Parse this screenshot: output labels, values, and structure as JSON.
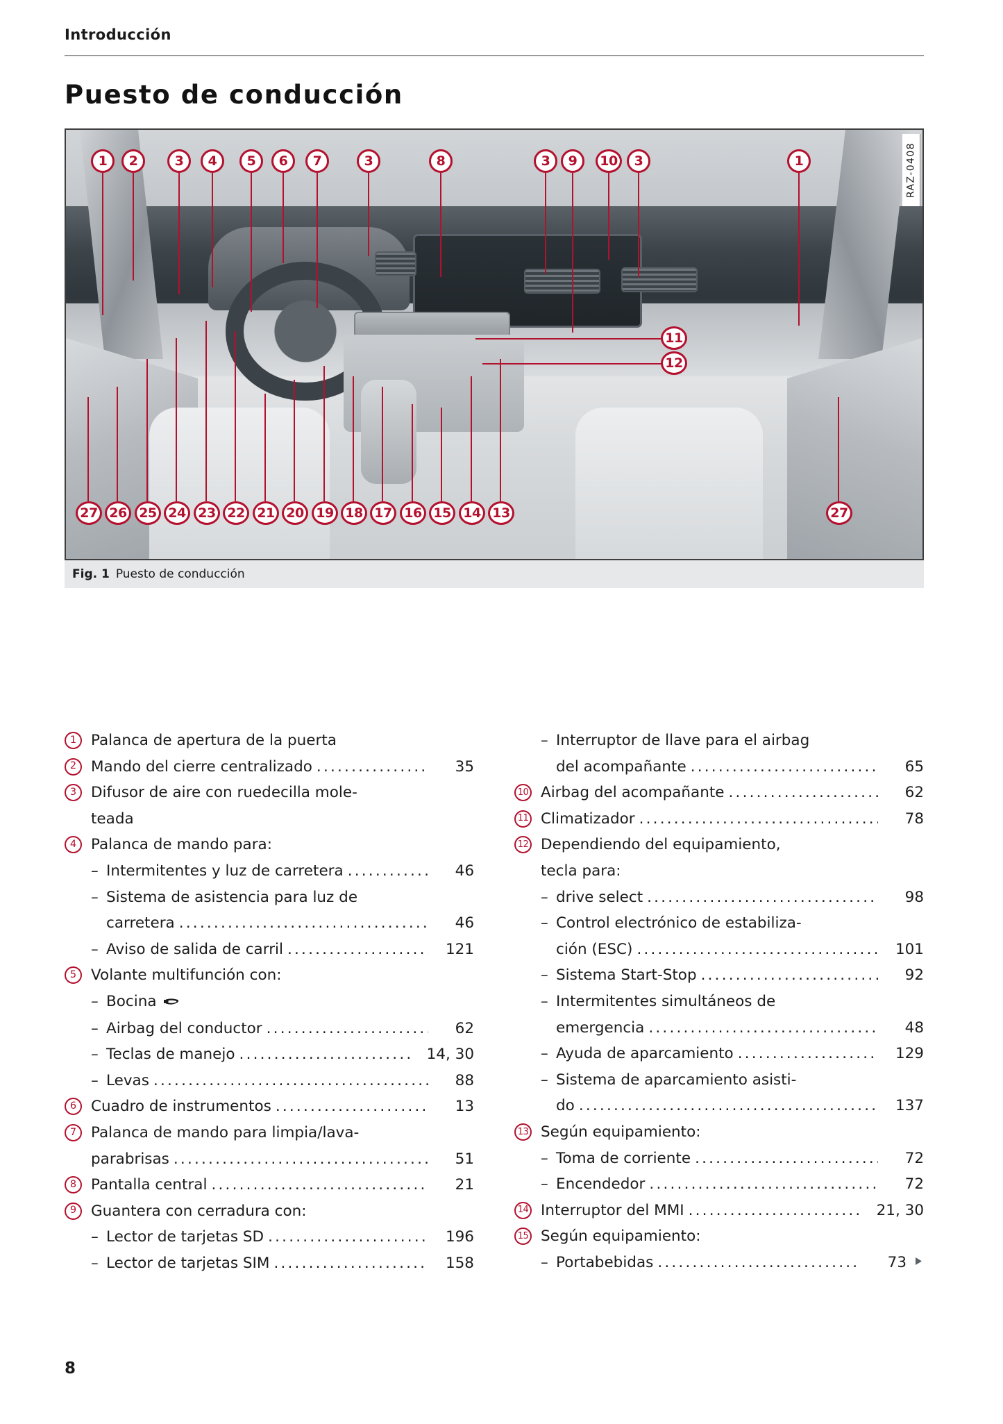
{
  "header": {
    "running_head": "Introducción",
    "chapter_title": "Puesto de conducción"
  },
  "figure": {
    "code": "RAZ-0408",
    "caption_label": "Fig. 1",
    "caption_text": "Puesto de conducción",
    "top_callouts": [
      "1",
      "2",
      "3",
      "4",
      "5",
      "6",
      "7",
      "3",
      "8",
      "3",
      "9",
      "10",
      "3",
      "1"
    ],
    "right_callouts": [
      "11",
      "12"
    ],
    "bottom_callouts": [
      "27",
      "26",
      "25",
      "24",
      "23",
      "22",
      "21",
      "20",
      "19",
      "18",
      "17",
      "16",
      "15",
      "14",
      "13",
      "27"
    ]
  },
  "list_left": [
    {
      "num": "1",
      "label": "Palanca de apertura de la puerta",
      "dots": false,
      "page": ""
    },
    {
      "num": "2",
      "label": "Mando del cierre centralizado",
      "dots": true,
      "page": "35"
    },
    {
      "num": "3",
      "label": "Difusor de aire con ruedecilla mole-",
      "dots": false,
      "page": ""
    },
    {
      "num": "",
      "label": "teada",
      "cont": true,
      "dots": false,
      "page": ""
    },
    {
      "num": "4",
      "label": "Palanca de mando para:",
      "dots": false,
      "page": ""
    },
    {
      "num": "",
      "dash": true,
      "label": "Intermitentes y luz de carretera",
      "dots": true,
      "page": "46"
    },
    {
      "num": "",
      "dash": true,
      "label": "Sistema de asistencia para luz de",
      "dots": false,
      "page": ""
    },
    {
      "num": "",
      "sub": true,
      "label": "carretera",
      "dots": true,
      "page": "46"
    },
    {
      "num": "",
      "dash": true,
      "label": "Aviso de salida de carril",
      "dots": true,
      "page": "121"
    },
    {
      "num": "5",
      "label": "Volante multifunción con:",
      "dots": false,
      "page": ""
    },
    {
      "num": "",
      "dash": true,
      "label": "Bocina",
      "horn": true,
      "dots": false,
      "page": ""
    },
    {
      "num": "",
      "dash": true,
      "label": "Airbag del conductor",
      "dots": true,
      "page": "62"
    },
    {
      "num": "",
      "dash": true,
      "label": "Teclas de manejo",
      "dots": true,
      "page": "14, 30"
    },
    {
      "num": "",
      "dash": true,
      "label": "Levas",
      "dots": true,
      "page": "88"
    },
    {
      "num": "6",
      "label": "Cuadro de instrumentos",
      "dots": true,
      "page": "13"
    },
    {
      "num": "7",
      "label": "Palanca de mando para limpia/lava-",
      "dots": false,
      "page": ""
    },
    {
      "num": "",
      "label": "parabrisas",
      "cont": true,
      "dots": true,
      "page": "51"
    },
    {
      "num": "8",
      "label": "Pantalla central",
      "dots": true,
      "page": "21"
    },
    {
      "num": "9",
      "label": "Guantera con cerradura con:",
      "dots": false,
      "page": ""
    },
    {
      "num": "",
      "dash": true,
      "label": "Lector de tarjetas SD",
      "dots": true,
      "page": "196"
    },
    {
      "num": "",
      "dash": true,
      "label": "Lector de tarjetas SIM",
      "dots": true,
      "page": "158"
    }
  ],
  "list_right": [
    {
      "num": "",
      "dash": true,
      "label": "Interruptor de llave para el airbag",
      "dots": false,
      "page": ""
    },
    {
      "num": "",
      "sub": true,
      "label": "del acompañante",
      "dots": true,
      "page": "65"
    },
    {
      "num": "10",
      "label": "Airbag del acompañante",
      "dots": true,
      "page": "62"
    },
    {
      "num": "11",
      "label": "Climatizador",
      "dots": true,
      "page": "78"
    },
    {
      "num": "12",
      "label": "Dependiendo del equipamiento,",
      "dots": false,
      "page": ""
    },
    {
      "num": "",
      "label": "tecla para:",
      "cont": true,
      "dots": false,
      "page": ""
    },
    {
      "num": "",
      "dash": true,
      "label": "drive select",
      "dots": true,
      "page": "98"
    },
    {
      "num": "",
      "dash": true,
      "label": "Control electrónico de estabiliza-",
      "dots": false,
      "page": ""
    },
    {
      "num": "",
      "sub": true,
      "label": "ción (ESC)",
      "dots": true,
      "page": "101"
    },
    {
      "num": "",
      "dash": true,
      "label": "Sistema Start-Stop",
      "dots": true,
      "page": "92"
    },
    {
      "num": "",
      "dash": true,
      "label": "Intermitentes simultáneos de",
      "dots": false,
      "page": ""
    },
    {
      "num": "",
      "sub": true,
      "label": "emergencia",
      "dots": true,
      "page": "48"
    },
    {
      "num": "",
      "dash": true,
      "label": "Ayuda de aparcamiento",
      "dots": true,
      "page": "129"
    },
    {
      "num": "",
      "dash": true,
      "label": "Sistema de aparcamiento asisti-",
      "dots": false,
      "page": ""
    },
    {
      "num": "",
      "sub": true,
      "label": "do",
      "dots": true,
      "page": "137"
    },
    {
      "num": "13",
      "label": "Según equipamiento:",
      "dots": false,
      "page": ""
    },
    {
      "num": "",
      "dash": true,
      "label": "Toma de corriente",
      "dots": true,
      "page": "72"
    },
    {
      "num": "",
      "dash": true,
      "label": "Encendedor",
      "dots": true,
      "page": "72"
    },
    {
      "num": "14",
      "label": "Interruptor del MMI",
      "dots": true,
      "page": "21, 30"
    },
    {
      "num": "15",
      "label": "Según equipamiento:",
      "dots": false,
      "page": ""
    },
    {
      "num": "",
      "dash": true,
      "label": "Portabebidas",
      "dots": true,
      "page": "73",
      "arrow": true
    }
  ],
  "folio": "8",
  "colors": {
    "accent_red": "#b3112e",
    "caption_bg": "#e7e8ea",
    "rule": "#9a9a9a",
    "text": "#1c1c1c"
  }
}
